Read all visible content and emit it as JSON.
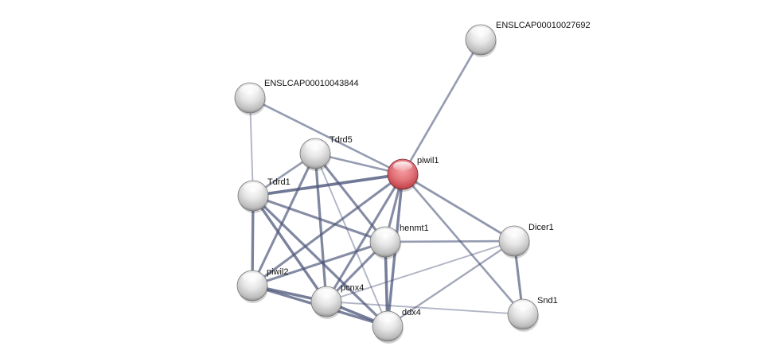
{
  "network": {
    "title": "Protein interaction network",
    "colors": {
      "query_node": "#d9575f",
      "other_node": "#d9d9d9",
      "edge": "#4a5478"
    },
    "nodes": [
      {
        "id": "ENSLCAP00010027692",
        "label": "ENSLCAP00010027692",
        "query": false
      },
      {
        "id": "ENSLCAP00010043844",
        "label": "ENSLCAP00010043844",
        "query": false
      },
      {
        "id": "Tdrd5",
        "label": "Tdrd5",
        "query": false
      },
      {
        "id": "piwil1",
        "label": "piwil1",
        "query": true
      },
      {
        "id": "Tdrd1",
        "label": "Tdrd1",
        "query": false
      },
      {
        "id": "henmt1",
        "label": "henmt1",
        "query": false
      },
      {
        "id": "Dicer1",
        "label": "Dicer1",
        "query": false
      },
      {
        "id": "piwil2",
        "label": "piwil2",
        "query": false
      },
      {
        "id": "pcnx4",
        "label": "pcnx4",
        "query": false
      },
      {
        "id": "ddx4",
        "label": "ddx4",
        "query": false
      },
      {
        "id": "Snd1",
        "label": "Snd1",
        "query": false
      }
    ],
    "edges": [
      {
        "source": "piwil1",
        "target": "ENSLCAP00010027692",
        "strength": 0.55
      },
      {
        "source": "piwil1",
        "target": "ENSLCAP00010043844",
        "strength": 0.55
      },
      {
        "source": "ENSLCAP00010043844",
        "target": "Tdrd1",
        "strength": 0.3
      },
      {
        "source": "piwil1",
        "target": "Tdrd5",
        "strength": 0.55
      },
      {
        "source": "piwil1",
        "target": "Tdrd1",
        "strength": 0.9
      },
      {
        "source": "piwil1",
        "target": "henmt1",
        "strength": 0.7
      },
      {
        "source": "piwil1",
        "target": "Dicer1",
        "strength": 0.6
      },
      {
        "source": "piwil1",
        "target": "Snd1",
        "strength": 0.55
      },
      {
        "source": "piwil1",
        "target": "piwil2",
        "strength": 0.7
      },
      {
        "source": "piwil1",
        "target": "pcnx4",
        "strength": 0.7
      },
      {
        "source": "piwil1",
        "target": "ddx4",
        "strength": 0.8
      },
      {
        "source": "Tdrd5",
        "target": "Tdrd1",
        "strength": 0.55
      },
      {
        "source": "Tdrd5",
        "target": "piwil2",
        "strength": 0.7
      },
      {
        "source": "Tdrd5",
        "target": "pcnx4",
        "strength": 0.75
      },
      {
        "source": "Tdrd5",
        "target": "ddx4",
        "strength": 0.3
      },
      {
        "source": "Tdrd5",
        "target": "henmt1",
        "strength": 0.7
      },
      {
        "source": "Tdrd1",
        "target": "piwil2",
        "strength": 0.8
      },
      {
        "source": "Tdrd1",
        "target": "pcnx4",
        "strength": 0.8
      },
      {
        "source": "Tdrd1",
        "target": "ddx4",
        "strength": 0.75
      },
      {
        "source": "Tdrd1",
        "target": "henmt1",
        "strength": 0.7
      },
      {
        "source": "henmt1",
        "target": "piwil2",
        "strength": 0.7
      },
      {
        "source": "henmt1",
        "target": "pcnx4",
        "strength": 0.7
      },
      {
        "source": "henmt1",
        "target": "ddx4",
        "strength": 0.85
      },
      {
        "source": "henmt1",
        "target": "Dicer1",
        "strength": 0.55
      },
      {
        "source": "piwil2",
        "target": "pcnx4",
        "strength": 0.85
      },
      {
        "source": "piwil2",
        "target": "ddx4",
        "strength": 0.8
      },
      {
        "source": "pcnx4",
        "target": "ddx4",
        "strength": 0.85
      },
      {
        "source": "pcnx4",
        "target": "Dicer1",
        "strength": 0.3
      },
      {
        "source": "ddx4",
        "target": "Dicer1",
        "strength": 0.45
      },
      {
        "source": "pcnx4",
        "target": "Snd1",
        "strength": 0.3
      },
      {
        "source": "Dicer1",
        "target": "Snd1",
        "strength": 0.7
      }
    ]
  }
}
